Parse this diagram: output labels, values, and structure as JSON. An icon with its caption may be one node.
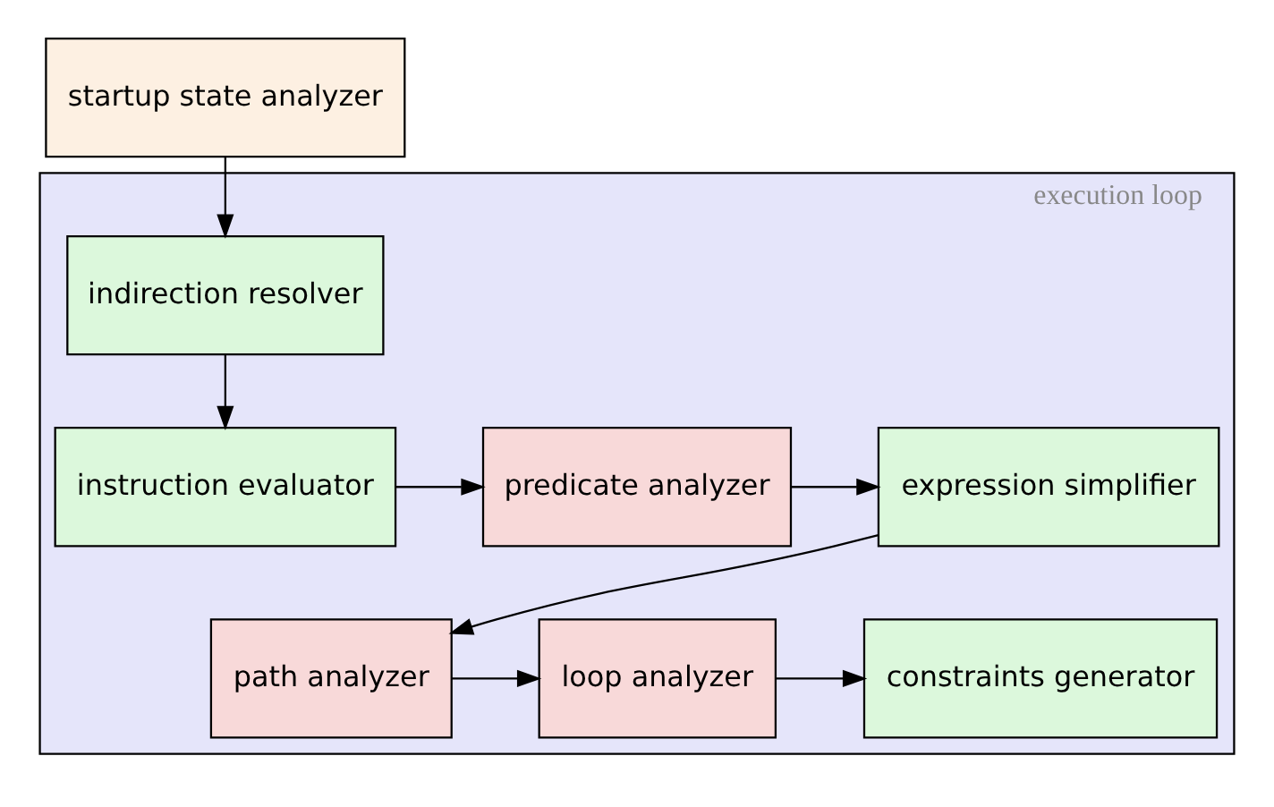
{
  "diagram": {
    "nodes": [
      {
        "text": [
          "execution loop"
        ]
      },
      {
        "text": [
          "startup state analyzer"
        ]
      },
      {
        "text": [
          "indirection resolver"
        ],
        "in": 0
      },
      {
        "text": [
          "instruction evaluator"
        ],
        "in": 0
      },
      {
        "text": [
          "predicate analyzer"
        ],
        "in": 0
      },
      {
        "text": [
          "expression simplifier"
        ],
        "in": 0
      },
      {
        "text": [
          "path analyzer"
        ],
        "in": 0
      },
      {
        "text": [
          "loop analyzer"
        ],
        "in": 0
      },
      {
        "text": [
          "constraints generator"
        ],
        "in": 0
      }
    ],
    "edges": [
      {
        "from": 1,
        "to": 2,
        "arrow": "to"
      },
      {
        "from": 2,
        "to": 3,
        "arrow": "to"
      },
      {
        "from": 3,
        "to": 4,
        "arrow": "to"
      },
      {
        "from": 4,
        "to": 5,
        "arrow": "to"
      },
      {
        "from": 5,
        "to": 6,
        "arrow": "to"
      },
      {
        "from": 6,
        "to": 7,
        "arrow": "to"
      },
      {
        "from": 7,
        "to": 8,
        "arrow": "to"
      }
    ]
  }
}
